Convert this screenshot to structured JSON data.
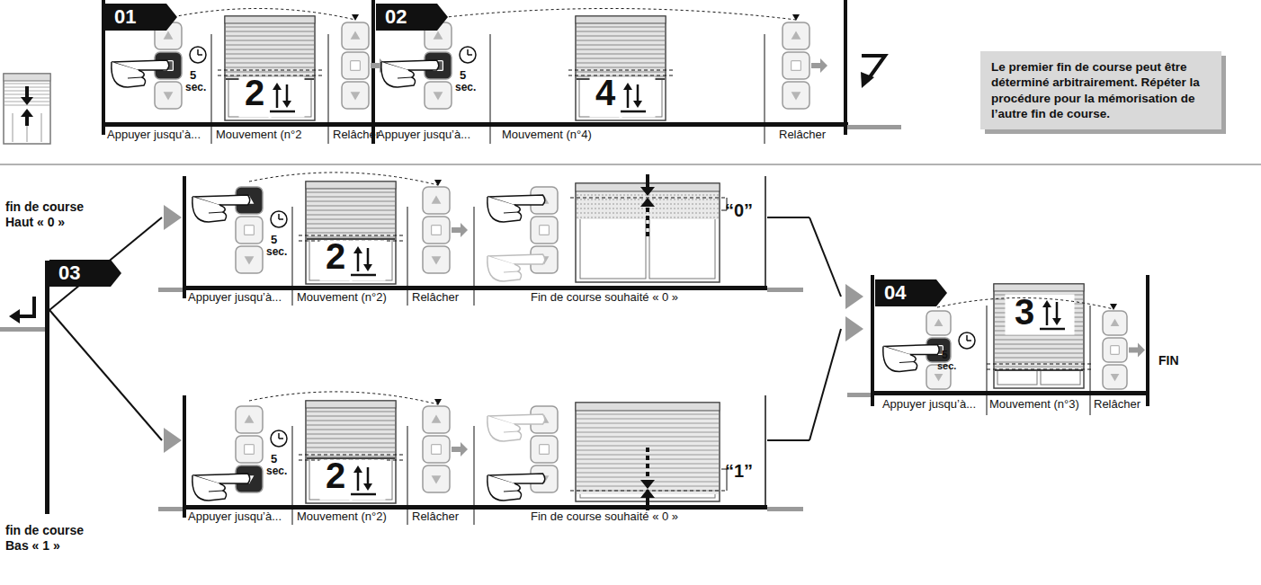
{
  "diagram": {
    "nodes": [
      {
        "text": [
          "01"
        ]
      },
      {
        "text": [
          "02"
        ]
      },
      {
        "text": [
          "Le premier fin de course peut être déterminé arbitrairement. Répéter la procédure pour la mémorisation de l’autre fin de course."
        ]
      },
      {
        "text": [
          "03"
        ]
      },
      {
        "text": [
          "04"
        ]
      }
    ],
    "labels": [
      "5",
      "sec.",
      "2",
      "Appuyer jusqu’à...",
      "Mouvement (n°2",
      "Relâcher",
      "5",
      "sec.",
      "4",
      "Appuyer jusqu’à...",
      "Mouvement (n°4)",
      "Relâcher",
      "fin de course Haut « 0 »",
      "5",
      "sec.",
      "2",
      "“0”",
      "Appuyer jusqu’à...",
      "Mouvement (n°2)",
      "Relâcher",
      "Fin de course souhaité « 0 »",
      "fin de course Bas « 1 »",
      "5",
      "sec.",
      "2",
      "“1”",
      "Appuyer jusqu’à...",
      "Mouvement (n°2)",
      "Relâcher",
      "Fin de course souhaité « 0 »",
      "5",
      "sec.",
      "3",
      "Appuyer jusqu’à...",
      "Mouvement (n°3)",
      "Relâcher",
      "FIN"
    ]
  }
}
